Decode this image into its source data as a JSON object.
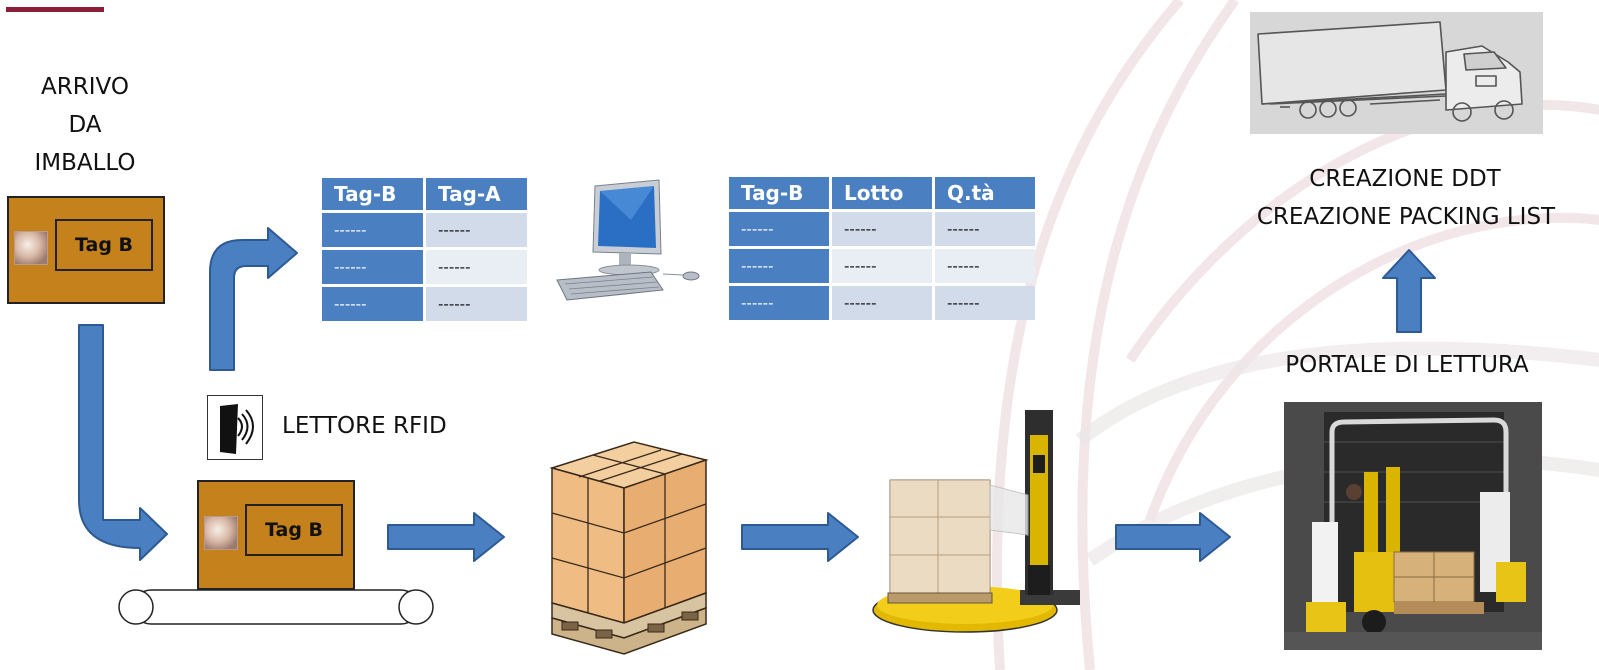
{
  "labels": {
    "arrival_line1": "ARRIVO",
    "arrival_line2": "DA",
    "arrival_line3": "IMBALLO",
    "rfid_reader": "LETTORE RFID",
    "ddt": "CREAZIONE DDT",
    "packing_list": "CREAZIONE PACKING LIST",
    "portal": "PORTALE DI LETTURA"
  },
  "tags": {
    "box_top": "Tag B",
    "box_conveyor": "Tag B"
  },
  "table_a": {
    "headers": [
      "Tag-B",
      "Tag-A"
    ],
    "rows": [
      [
        "------",
        "------"
      ],
      [
        "------",
        "------"
      ],
      [
        "------",
        "------"
      ]
    ]
  },
  "table_b": {
    "headers": [
      "Tag-B",
      "Lotto",
      "Q.tà"
    ],
    "rows": [
      [
        "------",
        "------",
        "------"
      ],
      [
        "------",
        "------",
        "------"
      ],
      [
        "------",
        "------",
        "------"
      ]
    ]
  },
  "colors": {
    "arrow_fill": "#4a7fc1",
    "arrow_stroke": "#2e5a94",
    "box_fill": "#c5811c",
    "accent": "#8b1f3a"
  }
}
